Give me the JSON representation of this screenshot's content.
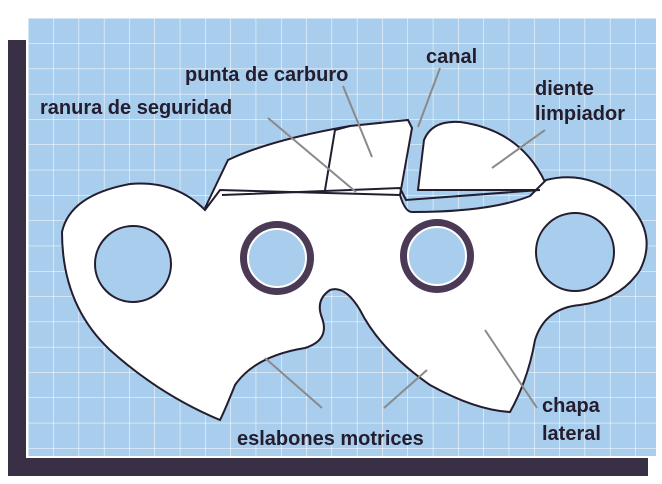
{
  "labels": {
    "punta": "punta de carburo",
    "canal": "canal",
    "ranura": "ranura de seguridad",
    "diente_1": "diente",
    "diente_2": "limpiador",
    "chapa_1": "chapa",
    "chapa_2": "lateral",
    "eslabones": "eslabones motrices"
  },
  "colors": {
    "grid_bg": "#a9cdec",
    "grid_line": "#ffffff",
    "shadow": "#3a3046",
    "part_fill": "#ffffff",
    "outline": "#231d2e",
    "leader": "#8a8a8a",
    "rivet_ring": "#4a3a55"
  }
}
